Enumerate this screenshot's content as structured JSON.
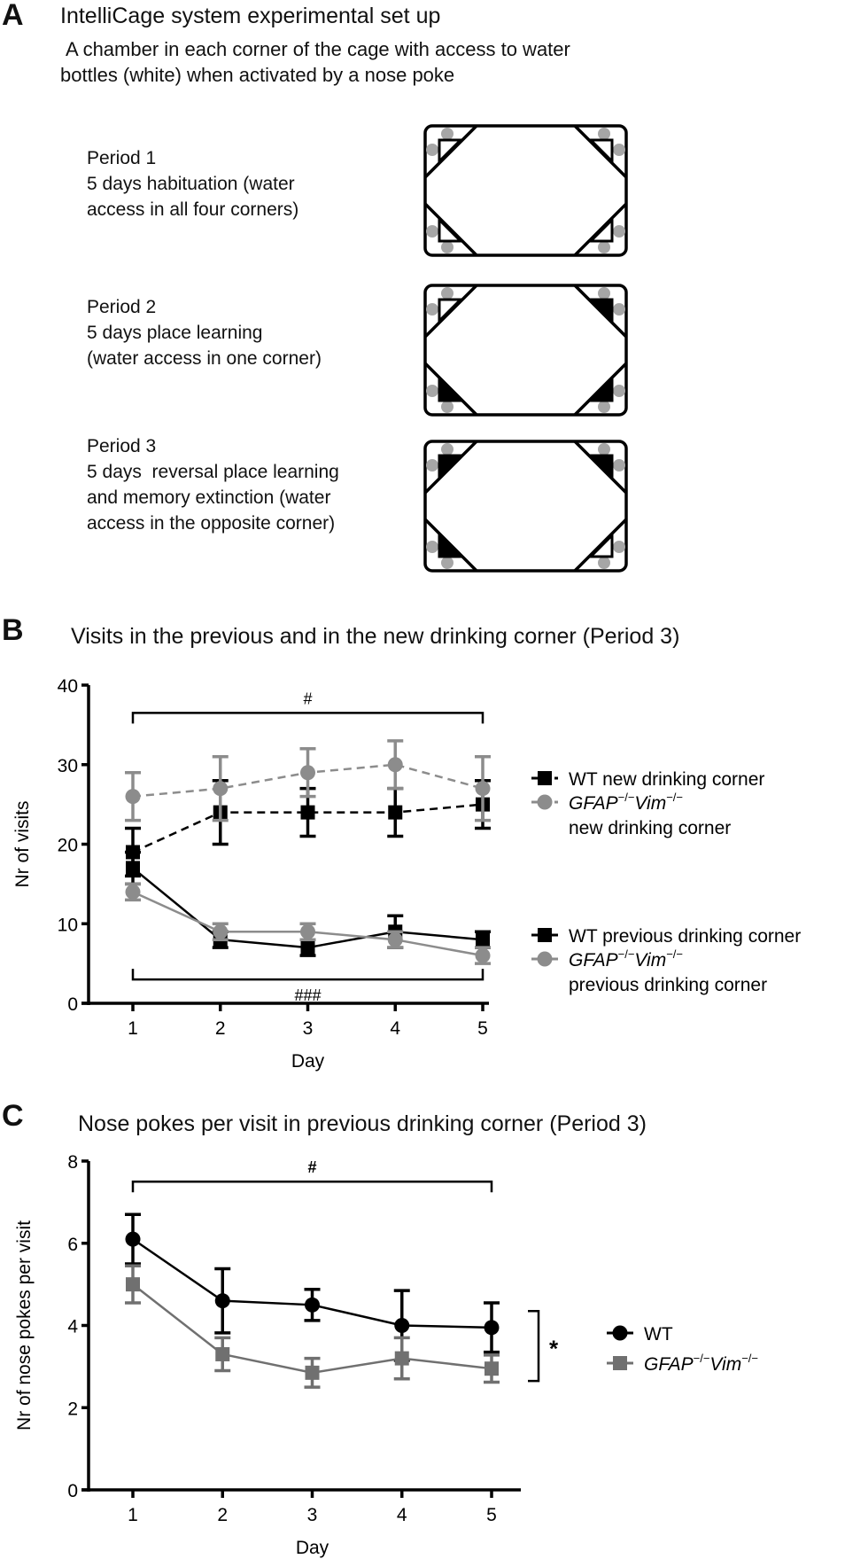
{
  "panel_a": {
    "letter": "A",
    "title": "IntelliCage system experimental set up",
    "subtitle_line1": "A chamber in each corner of the cage with access to water",
    "subtitle_line2": "bottles (white) when activated by a nose poke",
    "periods": [
      {
        "heading": "Period 1",
        "line1": "5 days habituation (water",
        "line2": "access in all four corners)",
        "line3": "",
        "corners": {
          "tl": "open",
          "tr": "open",
          "bl": "open",
          "br": "open"
        }
      },
      {
        "heading": "Period 2",
        "line1": "5 days place learning",
        "line2": "(water access in one corner)",
        "line3": "",
        "corners": {
          "tl": "open",
          "tr": "closed",
          "bl": "closed",
          "br": "closed"
        }
      },
      {
        "heading": "Period 3",
        "line1": "5 days  reversal place learning",
        "line2": "and memory extinction (water",
        "line3": "access in the opposite corner)",
        "corners": {
          "tl": "closed",
          "tr": "closed",
          "bl": "closed",
          "br": "open"
        }
      }
    ]
  },
  "panel_b": {
    "letter": "B"
  },
  "panel_c": {
    "letter": "C"
  },
  "colors": {
    "black": "#000000",
    "gray": "#8c8c8c",
    "gray_dark": "#707070",
    "bottle": "#a6a6a6"
  },
  "chart_data": [
    {
      "id": "B",
      "type": "line",
      "title": "Visits in the previous and in the new drinking corner (Period 3)",
      "xlabel": "Day",
      "ylabel": "Nr of visits",
      "categories": [
        1,
        2,
        3,
        4,
        5
      ],
      "ylim": [
        0,
        40
      ],
      "yticks": [
        0,
        10,
        20,
        30,
        40
      ],
      "grid": false,
      "legend_position": "right",
      "series": [
        {
          "name": "WT new drinking corner",
          "marker": "square",
          "color": "#000000",
          "dashed": true,
          "values": [
            19,
            24,
            24,
            24,
            25
          ],
          "err": [
            3,
            4,
            3,
            3,
            3
          ]
        },
        {
          "name": "GFAP−/−Vim−/− new drinking corner",
          "marker": "circle",
          "color": "#8c8c8c",
          "dashed": true,
          "values": [
            26,
            27,
            29,
            30,
            27
          ],
          "err": [
            3,
            4,
            3,
            3,
            4
          ]
        },
        {
          "name": "WT previous drinking corner",
          "marker": "square",
          "color": "#000000",
          "dashed": false,
          "values": [
            17,
            8,
            7,
            9,
            8
          ],
          "err": [
            2,
            1,
            1,
            2,
            1
          ]
        },
        {
          "name": "GFAP−/−Vim−/− previous drinking corner",
          "marker": "circle",
          "color": "#8c8c8c",
          "dashed": false,
          "values": [
            14,
            9,
            9,
            8,
            6
          ],
          "err": [
            1,
            1,
            1,
            1,
            1
          ]
        }
      ],
      "legend": [
        {
          "label": "WT new drinking corner",
          "label_italic": "",
          "label_sup": "",
          "label2": ""
        },
        {
          "label": "",
          "label_italic": "GFAP",
          "label_sup": "−/−",
          "label_italic2": "Vim",
          "label_sup2": "−/−",
          "label2": "new drinking corner"
        },
        {
          "label": "WT previous drinking corner",
          "label_italic": "",
          "label_sup": "",
          "label2": ""
        },
        {
          "label": "",
          "label_italic": "GFAP",
          "label_sup": "−/−",
          "label_italic2": "Vim",
          "label_sup2": "−/−",
          "label2": "previous drinking corner"
        }
      ],
      "annotations": [
        {
          "text": "#",
          "bracket_from_day": 1,
          "bracket_to_day": 5,
          "position": "top",
          "y": 36.5
        },
        {
          "text": "###",
          "bracket_from_day": 1,
          "bracket_to_day": 5,
          "position": "bottom",
          "y": 3.0
        }
      ]
    },
    {
      "id": "C",
      "type": "line",
      "title": "Nose pokes per visit in previous drinking corner (Period 3)",
      "xlabel": "Day",
      "ylabel": "Nr of nose pokes per visit",
      "categories": [
        1,
        2,
        3,
        4,
        5
      ],
      "ylim": [
        0,
        8
      ],
      "yticks": [
        0,
        2,
        4,
        6,
        8
      ],
      "grid": false,
      "legend_position": "right",
      "series": [
        {
          "name": "WT",
          "marker": "circle",
          "color": "#000000",
          "dashed": false,
          "values": [
            6.1,
            4.6,
            4.5,
            4.0,
            3.95
          ],
          "err": [
            0.6,
            0.78,
            0.38,
            0.85,
            0.6
          ]
        },
        {
          "name": "GFAP−/−Vim−/−",
          "marker": "square",
          "color": "#707070",
          "dashed": false,
          "values": [
            5.0,
            3.3,
            2.85,
            3.2,
            2.95
          ],
          "err": [
            0.45,
            0.4,
            0.35,
            0.5,
            0.33
          ]
        }
      ],
      "legend": [
        {
          "label": "WT"
        },
        {
          "label_italic": "GFAP",
          "label_sup": "−/−",
          "label_italic2": "Vim",
          "label_sup2": "−/−"
        }
      ],
      "annotations": [
        {
          "text": "#",
          "bracket_from_day": 1,
          "bracket_to_day": 5,
          "position": "top",
          "y": 7.5
        },
        {
          "text": "*",
          "bracket_y_from": 2.65,
          "bracket_y_to": 4.35,
          "position": "right"
        }
      ]
    }
  ]
}
